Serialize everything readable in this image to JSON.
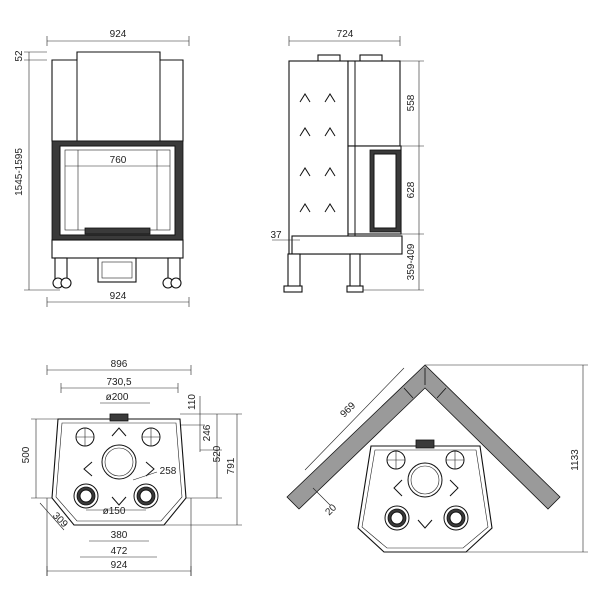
{
  "front_view": {
    "width_top": "924",
    "top_cap": "52",
    "height_total": "1545-1595",
    "opening_width": "760",
    "width_bottom": "924"
  },
  "side_view": {
    "depth": "724",
    "upper_height": "558",
    "glass_height": "628",
    "leg_offset": "37",
    "base_height": "359-409"
  },
  "plan_view": {
    "overall_width": "896",
    "inner_width": "730,5",
    "flue_diameter": "ø200",
    "flue_offset": "110",
    "depth_a": "246",
    "depth_b": "520",
    "depth_c": "791",
    "side_depth": "500",
    "outlet_spacing": "258",
    "outlet_diameter": "ø150",
    "chamfer": "309",
    "front_width": "380",
    "front_width_outer": "472",
    "total_width": "924"
  },
  "corner_view": {
    "wall_length": "969",
    "wall_thickness": "20",
    "total_height": "1133"
  }
}
